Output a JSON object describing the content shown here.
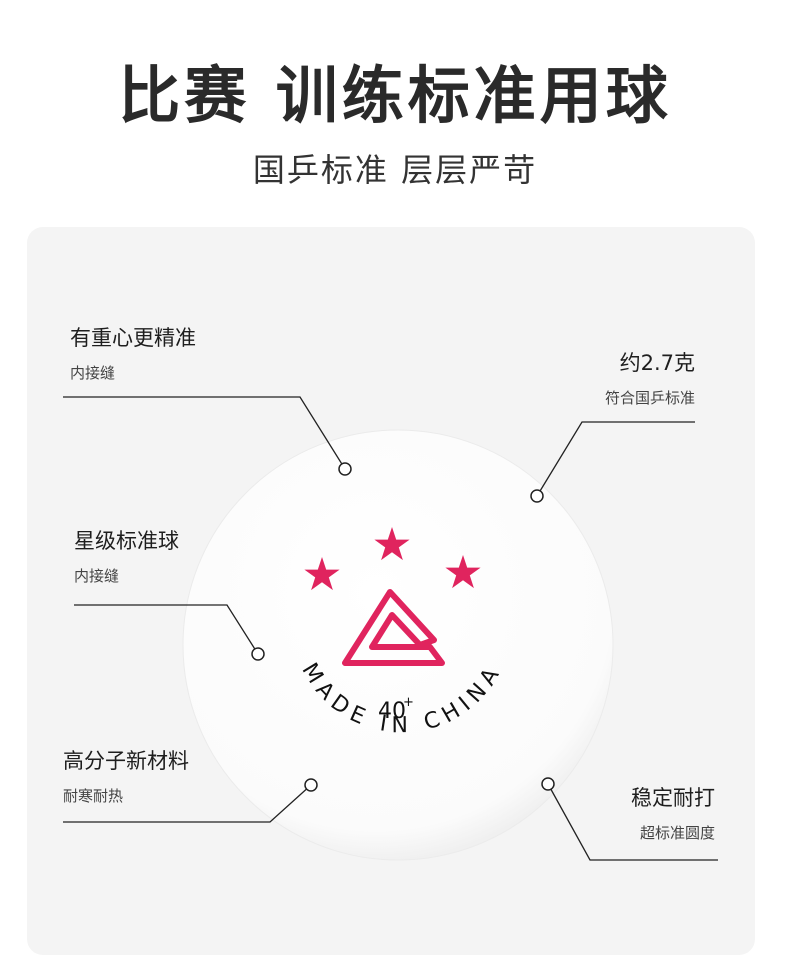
{
  "header": {
    "title": "比赛 训练标准用球",
    "subtitle": "国乒标准 层层严苛"
  },
  "ball": {
    "print_text": "MADE IN CHINA",
    "size_text": "40",
    "size_sup": "+",
    "star_color": "#e0245e",
    "logo_color": "#e0245e"
  },
  "features": [
    {
      "title": "有重心更精准",
      "sub": "内接缝"
    },
    {
      "title": "约2.7克",
      "sub": "符合国乒标准"
    },
    {
      "title": "星级标准球",
      "sub": "内接缝"
    },
    {
      "title": "高分子新材料",
      "sub": "耐寒耐热"
    },
    {
      "title": "稳定耐打",
      "sub": "超标准圆度"
    }
  ]
}
